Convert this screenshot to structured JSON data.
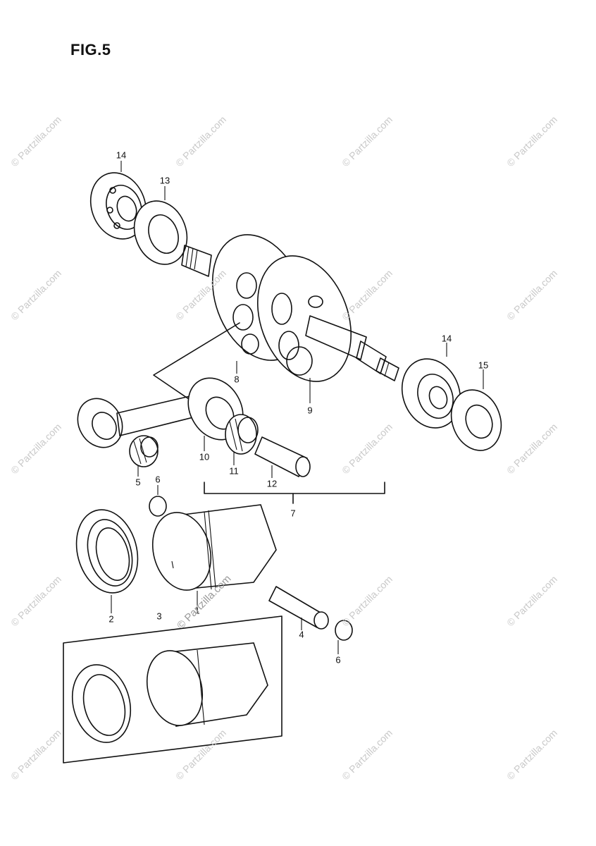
{
  "figure": {
    "title": "FIG.5"
  },
  "callouts": {
    "c1": "1",
    "c2": "2",
    "c3": "3",
    "c4": "4",
    "c5": "5",
    "c6a": "6",
    "c6b": "6",
    "c7": "7",
    "c8": "8",
    "c9": "9",
    "c10": "10",
    "c11": "11",
    "c12": "12",
    "c13": "13",
    "c14a": "14",
    "c14b": "14",
    "c15": "15"
  },
  "watermark": {
    "text": "© Partzilla.com"
  }
}
